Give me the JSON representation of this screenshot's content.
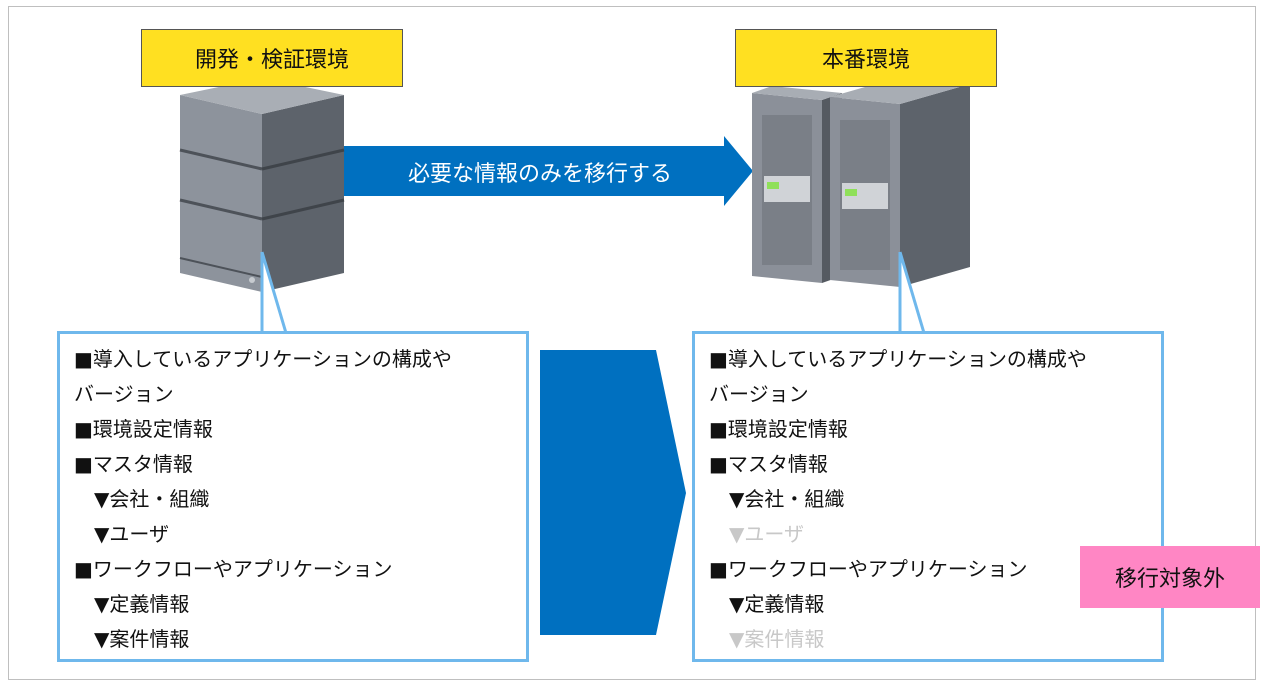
{
  "dev_label": "開発・検証環境",
  "prod_label": "本番環境",
  "migrate_arrow_text": "必要な情報のみを移行する",
  "exclude_label": "移行対象外",
  "left_items": [
    "■導入しているアプリケーションの構成や",
    "バージョン",
    "■環境設定情報",
    "■マスタ情報",
    "▼会社・組織",
    "▼ユーザ",
    "■ワークフローやアプリケーション",
    "▼定義情報",
    "▼案件情報"
  ],
  "right_items": [
    "■導入しているアプリケーションの構成や",
    "バージョン",
    "■環境設定情報",
    "■マスタ情報",
    "▼会社・組織",
    "▼ユーザ",
    "■ワークフローやアプリケーション",
    "▼定義情報",
    "▼案件情報"
  ],
  "colors": {
    "label_yellow": "#ffe021",
    "arrow_blue": "#0070c0",
    "box_border": "#6fb8ec",
    "exclude_pink": "#ff86c4",
    "excluded_text": "#c8c8c8"
  },
  "icons": [
    "server-tower-icon",
    "server-rack-icon"
  ]
}
